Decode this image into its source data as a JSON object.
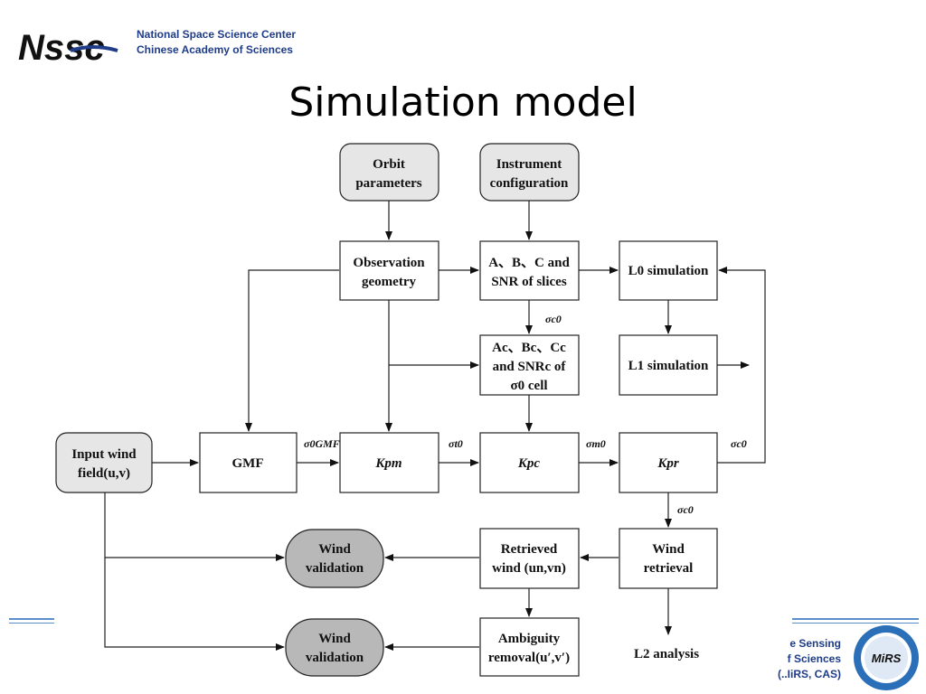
{
  "header": {
    "org_line1": "National Space Science Center",
    "org_line2": "Chinese Academy of Sciences",
    "logo_text": "Nssc"
  },
  "title": "Simulation model",
  "footer": {
    "line1": "e Sensing",
    "line2": "f Sciences",
    "line3": "(..IiRS, CAS)",
    "badge_text": "MiRS"
  },
  "diagram": {
    "orbit": [
      "Orbit",
      "parameters"
    ],
    "instrument": [
      "Instrument",
      "configuration"
    ],
    "obs_geometry": [
      "Observation",
      "geometry"
    ],
    "slices": [
      "A、B、C and",
      "SNR of slices"
    ],
    "l0": "L0 simulation",
    "l1": "L1 simulation",
    "cell": [
      "Ac、Bc、Cc",
      "and SNRc of",
      "σ0 cell"
    ],
    "input_wind": [
      "Input wind",
      "field(u,v)"
    ],
    "gmf": "GMF",
    "kpm": "Kpm",
    "kpc": "Kpc",
    "kpr": "Kpr",
    "wind_retrieval": [
      "Wind",
      "retrieval"
    ],
    "retrieved_wind": [
      "Retrieved",
      "wind (un,vn)"
    ],
    "ambiguity": [
      "Ambiguity",
      "removal(u′,v′)"
    ],
    "validation1": [
      "Wind",
      "validation"
    ],
    "validation2": [
      "Wind",
      "validation"
    ],
    "l2": "L2 analysis",
    "label_sigma_c": "σc0",
    "label_sigma_gmf": "σ0GMF",
    "label_sigma_t": "σt0",
    "label_sigma_m": "σm0",
    "label_sigma_c2": "σc0",
    "label_sigma_c3": "σc0"
  }
}
